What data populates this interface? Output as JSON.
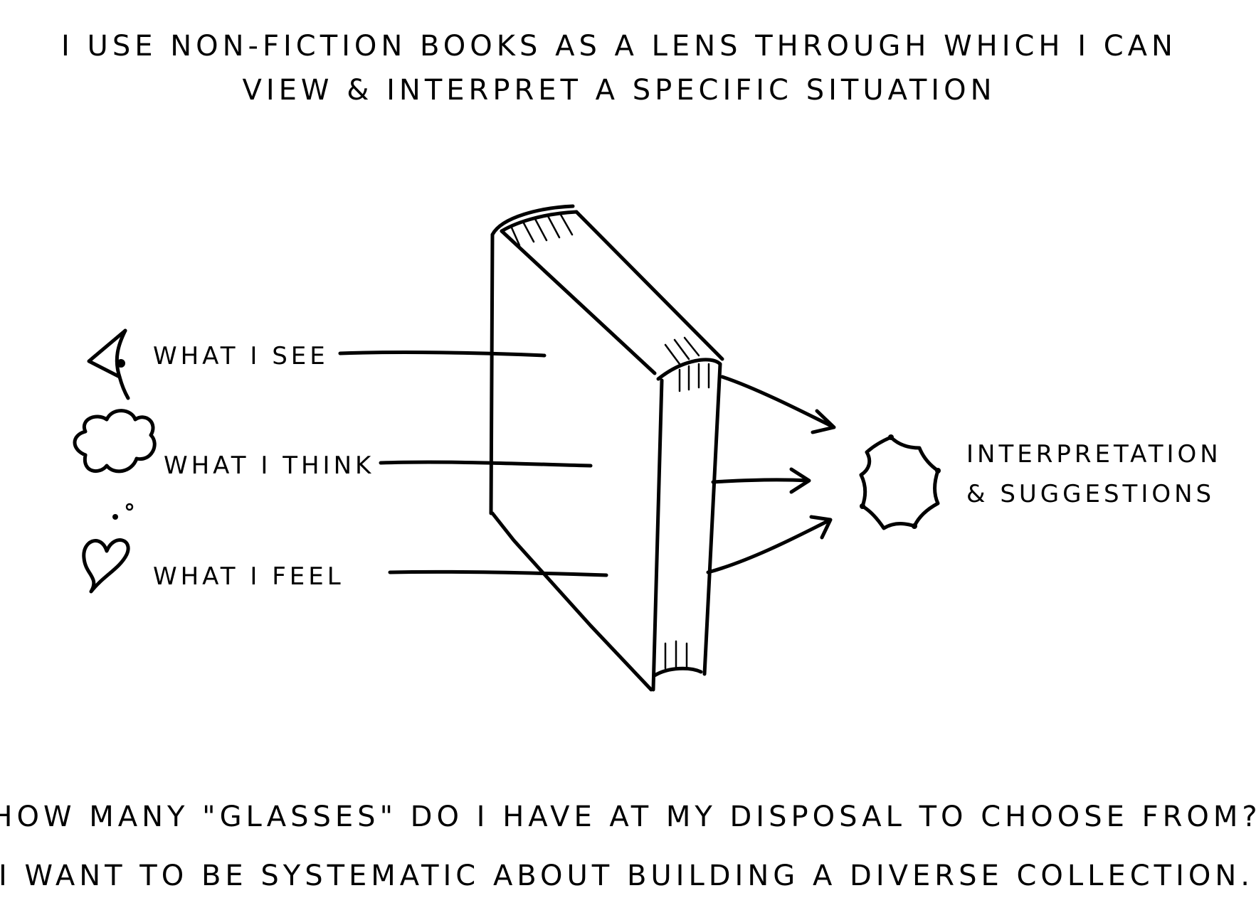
{
  "title": {
    "line1": "I use non-fiction books as a lens through which I can",
    "line2": "view & interpret a specific situation"
  },
  "inputs": [
    {
      "label": "what I see",
      "icon": "eye-icon"
    },
    {
      "label": "what I think",
      "icon": "thought-cloud-icon"
    },
    {
      "label": "what I feel",
      "icon": "heart-icon"
    }
  ],
  "lens": {
    "icon": "book-icon"
  },
  "output": {
    "icon": "burst-icon",
    "line1": "Interpretation",
    "line2": "& suggestions"
  },
  "questions": {
    "line1": "How many \"glasses\" do I have at my disposal to choose from?",
    "line2": "I want to be systematic about building a diverse collection."
  }
}
